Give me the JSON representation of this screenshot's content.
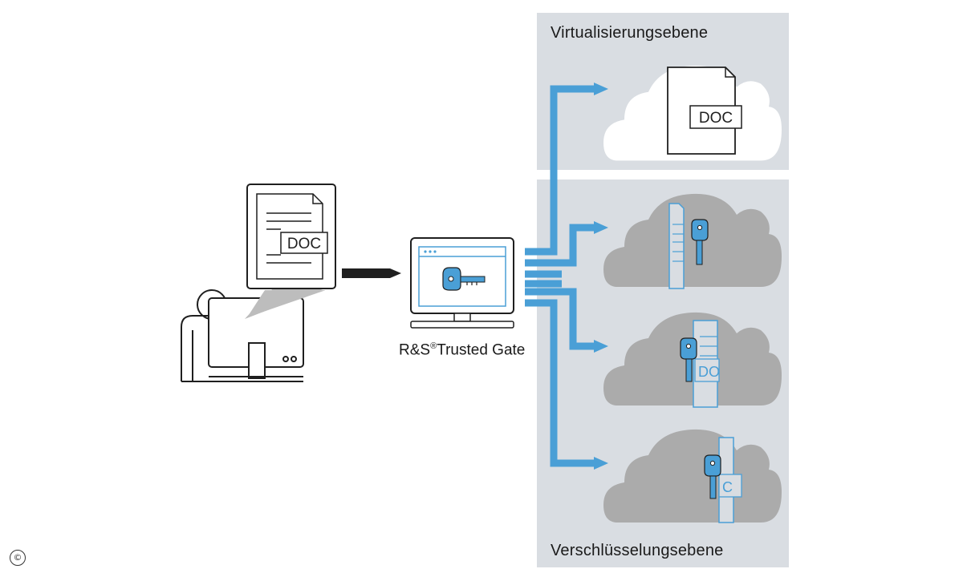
{
  "zones": {
    "virtualization_label": "Virtualisierungsebene",
    "encryption_label": "Verschlüsselungsebene"
  },
  "gateway": {
    "name": "R&S",
    "registered_mark": "®",
    "product": "Trusted Gate"
  },
  "document": {
    "tag": "DOC"
  },
  "fragments": {
    "fragment_2_tag": "DO",
    "fragment_3_tag": "C"
  },
  "copyright_symbol": "©",
  "colors": {
    "accent_blue": "#4a9fd6",
    "panel_gray": "#d9dde2",
    "cloud_gray": "#ababab",
    "cloud_white": "#ffffff",
    "line_dark": "#1f1f1f"
  }
}
